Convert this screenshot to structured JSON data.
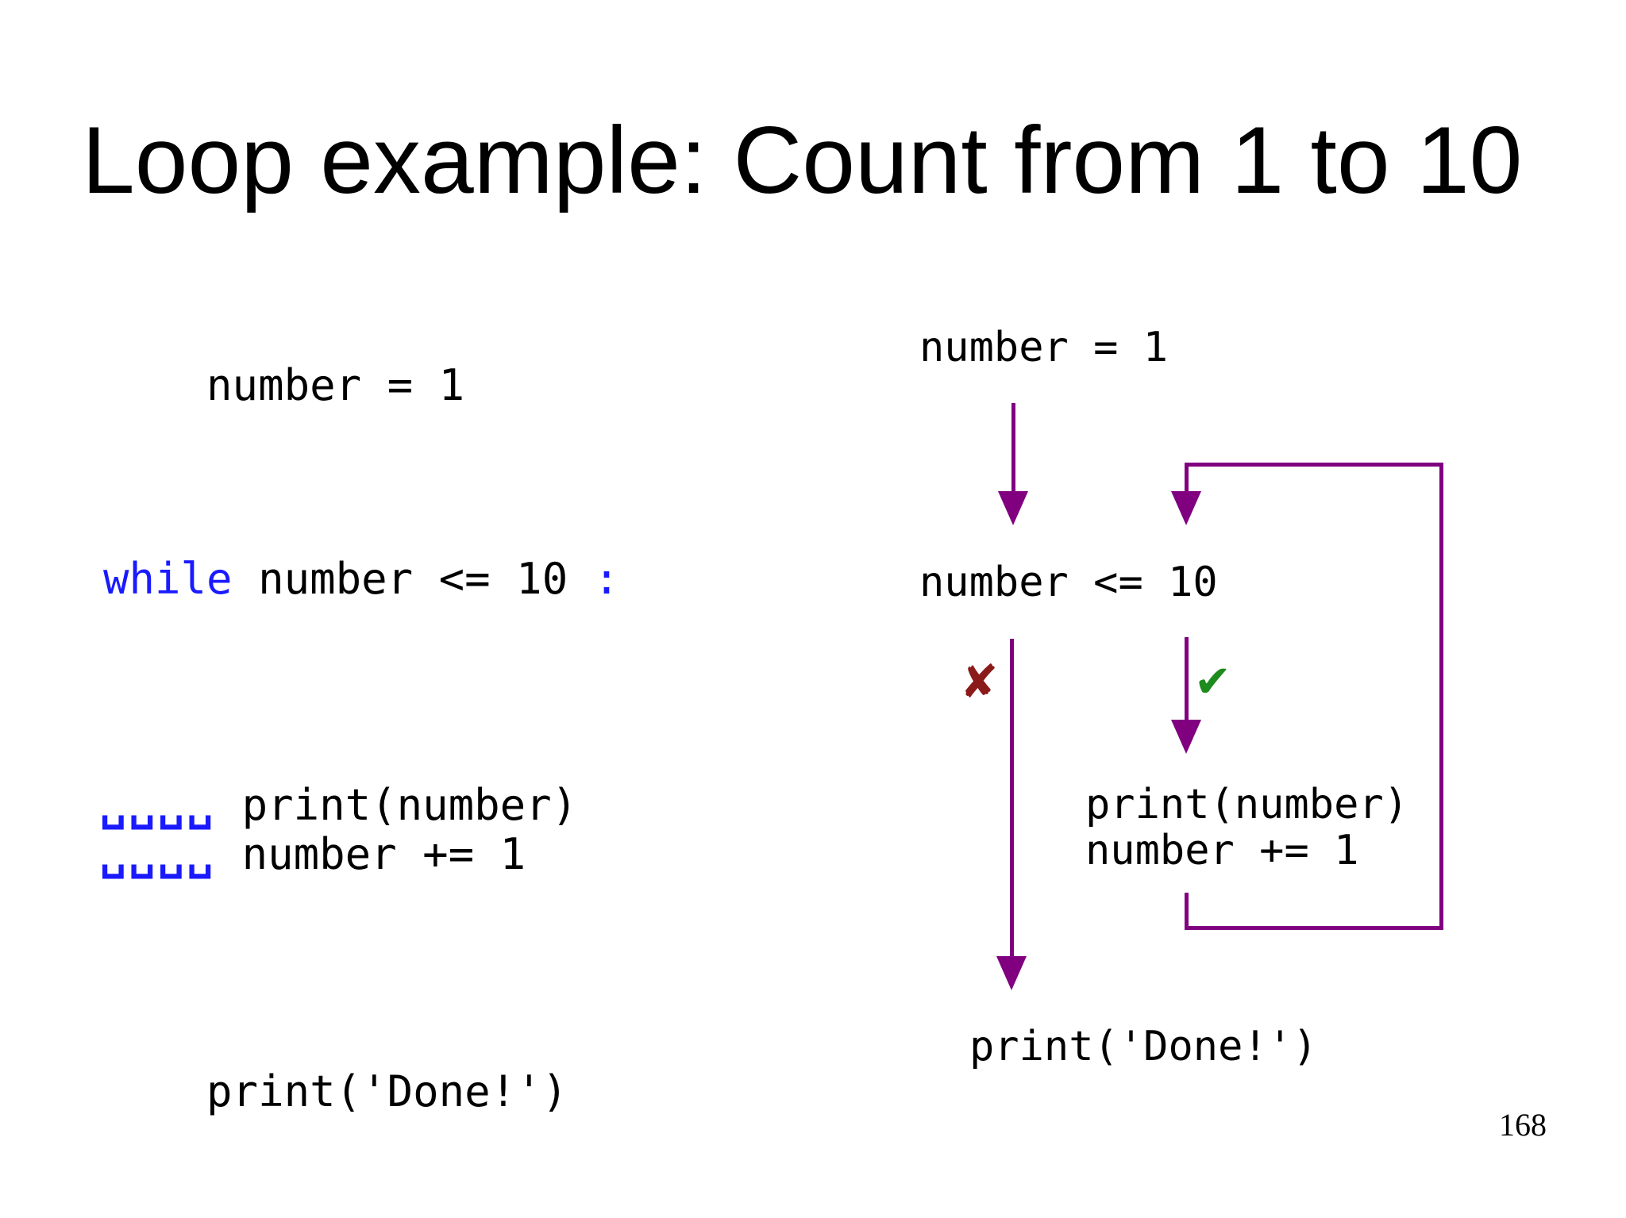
{
  "title": {
    "text": "Loop example: Count from 1 to 10"
  },
  "page": {
    "page_number": "168"
  },
  "code_panel": {
    "line1": "number = 1",
    "line2": {
      "keyword": "while",
      "middle": " number <= 10 ",
      "colon": ":"
    },
    "indent_markers": "␣␣␣␣",
    "line3": "print(number)",
    "line4": "number += 1",
    "line5": "print('Done!')"
  },
  "flowchart": {
    "init_label": "number = 1",
    "condition_label": "number <= 10",
    "false_mark": "✘",
    "true_mark": "✔",
    "body_line1": "print(number)",
    "body_line2": "number += 1",
    "done_label": "print('Done!')"
  },
  "colors": {
    "background": "#ffffff",
    "text_black": "#000000",
    "keyword_blue": "#1a1aff",
    "indent_blue": "#1a1aff",
    "arrow_purple": "#800080",
    "false_red": "#8b1a1a",
    "true_green": "#1e8b1e"
  }
}
